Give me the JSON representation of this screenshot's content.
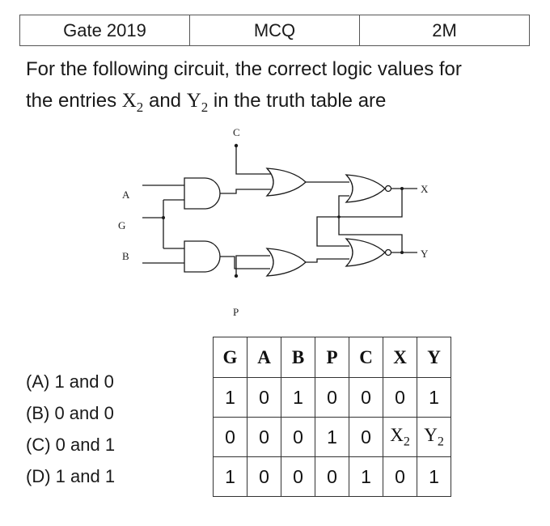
{
  "header": {
    "exam": "Gate 2019",
    "type": "MCQ",
    "marks": "2M"
  },
  "question": {
    "line1": "For the following circuit, the correct logic values for",
    "line2_prefix": "the entries ",
    "x_symbol": "X",
    "x_sub": "2",
    "and_word": " and ",
    "y_symbol": "Y",
    "y_sub": "2",
    "line2_suffix": " in the truth table are"
  },
  "circuit": {
    "labels": {
      "a": "A",
      "g": "G",
      "b": "B",
      "c": "C",
      "p": "P",
      "x": "X",
      "y": "Y"
    }
  },
  "truth_table": {
    "headers": [
      "G",
      "A",
      "B",
      "P",
      "C",
      "X",
      "Y"
    ],
    "rows": [
      [
        "1",
        "0",
        "1",
        "0",
        "0",
        "0",
        "1"
      ],
      [
        "0",
        "0",
        "0",
        "1",
        "0",
        "X",
        "Y"
      ],
      [
        "1",
        "0",
        "0",
        "0",
        "1",
        "0",
        "1"
      ]
    ],
    "unknown_subscripts": {
      "x": "2",
      "y": "2"
    }
  },
  "options": [
    "(A) 1 and 0",
    "(B) 0 and 0",
    "(C) 0 and 1",
    "(D) 1 and 1"
  ]
}
